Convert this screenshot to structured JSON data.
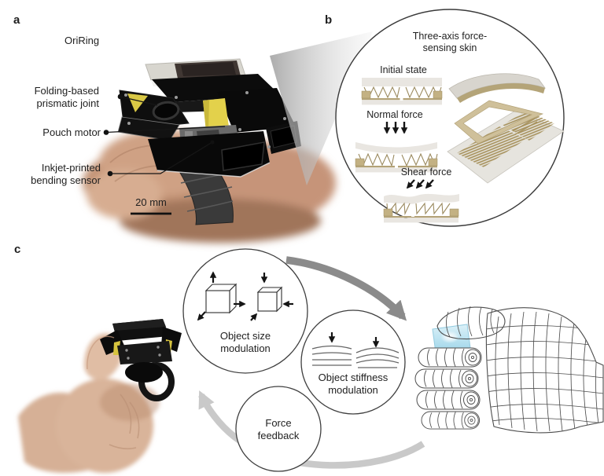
{
  "figure": {
    "background": "#ffffff",
    "panel_a": {
      "label": "a",
      "device_name": "OriRing",
      "callout_folding_line1": "Folding-based",
      "callout_folding_line2": "prismatic joint",
      "callout_pouch": "Pouch motor",
      "callout_inkjet_line1": "Inkjet-printed",
      "callout_inkjet_line2": "bending sensor",
      "scale_bar_label": "20 mm"
    },
    "panel_b": {
      "label": "b",
      "title_line1": "Three-axis force-",
      "title_line2": "sensing skin",
      "state_initial": "Initial state",
      "state_normal": "Normal force",
      "state_shear": "Shear force"
    },
    "panel_c": {
      "label": "c",
      "size_line1": "Object size",
      "size_line2": "modulation",
      "stiffness_line1": "Object stiffness",
      "stiffness_line2": "modulation",
      "feedback_line1": "Force",
      "feedback_line2": "feedback"
    },
    "colors": {
      "sensor_tan": "#a8935f",
      "sensor_tan_light": "#cfc09a",
      "layer_gray": "#e9e6e1",
      "cycle_arrow_dark": "#8b8b8b",
      "cycle_arrow_light": "#c9c9c9",
      "virtual_cube_blue": "#aee0f0",
      "pouch_yellow": "#e3d14b",
      "device_black": "#0c0c0c",
      "skin_tone": "#d0a489",
      "text": "#1f1f1f"
    }
  }
}
